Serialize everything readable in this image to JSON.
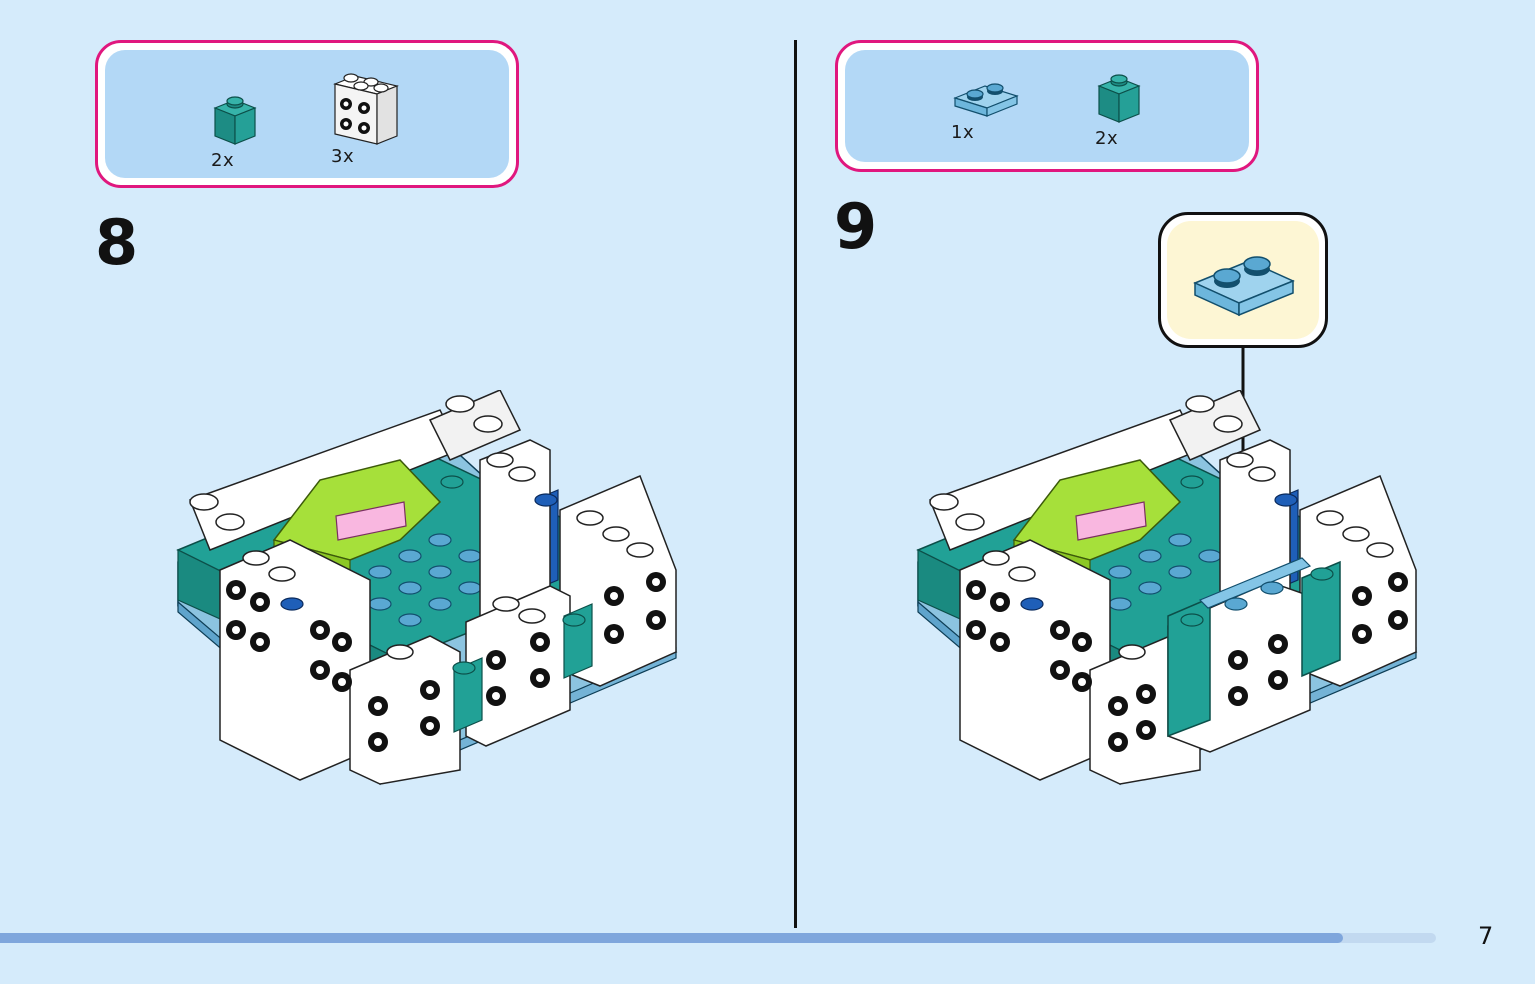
{
  "page": {
    "number": "7",
    "progress_fraction": 0.935
  },
  "colors": {
    "background": "#d5ebfb",
    "parts_box_border": "#e0177e",
    "parts_box_fill": "#b3d8f6",
    "callout_fill": "#fdf6d4",
    "teal": "#23a39a",
    "white_brick": "#ffffff",
    "light_blue": "#7ec4e4",
    "blue": "#1f5fb8",
    "lime": "#a6e03a",
    "pink": "#f9b7e0",
    "progress": "#7fa6dc"
  },
  "steps": [
    {
      "number": "8",
      "parts": [
        {
          "name": "teal-1x1-brick-icon",
          "qty": "2x"
        },
        {
          "name": "white-2x2-brick-side-studs-icon",
          "qty": "3x"
        }
      ]
    },
    {
      "number": "9",
      "parts": [
        {
          "name": "light-blue-1x2-plate-icon",
          "qty": "1x"
        },
        {
          "name": "teal-1x1-brick-icon",
          "qty": "2x"
        }
      ],
      "callout_part": "light-blue-1x2-plate-icon"
    }
  ]
}
